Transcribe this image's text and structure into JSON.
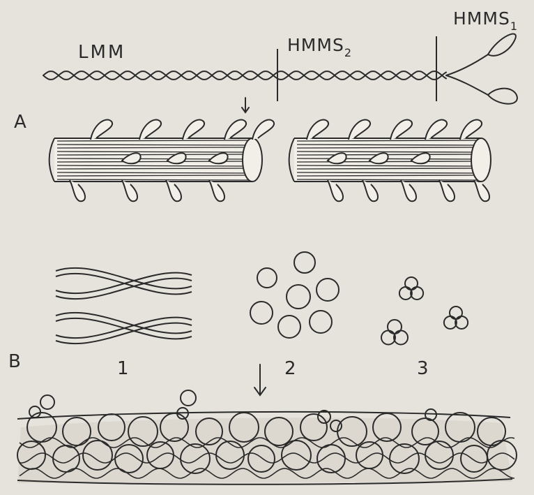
{
  "labels": {
    "lmm": "LMM",
    "hmm_s2": "HMMS",
    "hmm_s2_sub": "2",
    "hmm_s1": "HMMS",
    "hmm_s1_sub": "1",
    "panel_a": "A",
    "panel_b": "B",
    "cross_section_1": "1",
    "cross_section_2": "2",
    "cross_section_3": "3"
  },
  "colors": {
    "background": "#e6e3dd",
    "ink": "#2a2a2a",
    "fill": "#f2efe9"
  }
}
